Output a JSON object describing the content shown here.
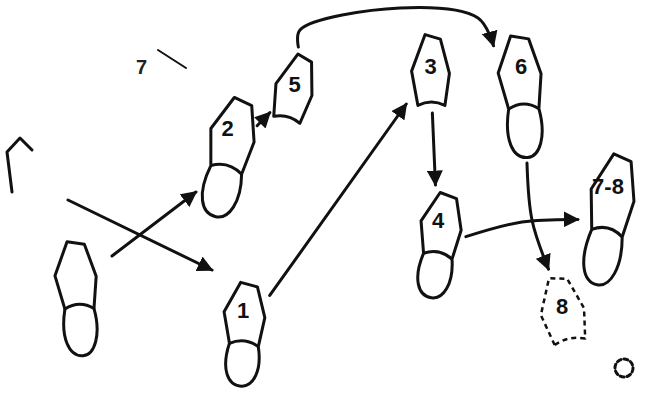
{
  "diagram": {
    "nodes": [
      {
        "text": [
          "1"
        ]
      },
      {
        "text": [
          "2"
        ]
      },
      {
        "text": [
          "3"
        ]
      },
      {
        "text": [
          "4"
        ]
      },
      {
        "text": [
          "5"
        ]
      },
      {
        "text": [
          "6"
        ]
      },
      {
        "text": [
          "7-8"
        ]
      },
      {
        "text": [
          "8"
        ]
      }
    ],
    "edges": [
      {
        "from": 1,
        "to": 4,
        "arrow": "to"
      },
      {
        "from": 0,
        "to": 2,
        "arrow": "to"
      },
      {
        "from": 4,
        "to": 5,
        "arrow": "to"
      },
      {
        "from": 2,
        "to": 3,
        "arrow": "to"
      },
      {
        "from": 3,
        "to": 6,
        "arrow": "to"
      },
      {
        "from": 5,
        "to": 7,
        "arrow": "to"
      }
    ],
    "labels": [
      "7"
    ]
  }
}
